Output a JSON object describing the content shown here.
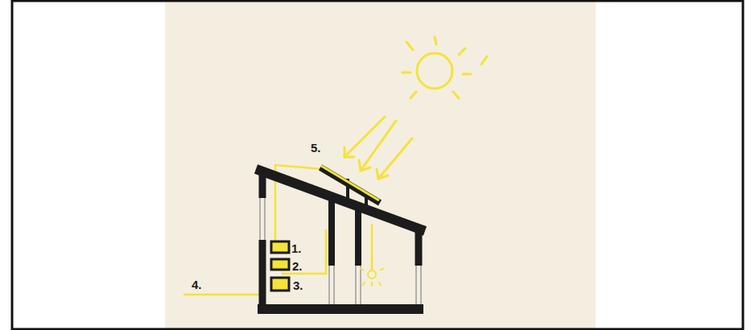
{
  "diagram": {
    "labels": [
      "5.",
      "1.",
      "2.",
      "3.",
      "4."
    ]
  }
}
